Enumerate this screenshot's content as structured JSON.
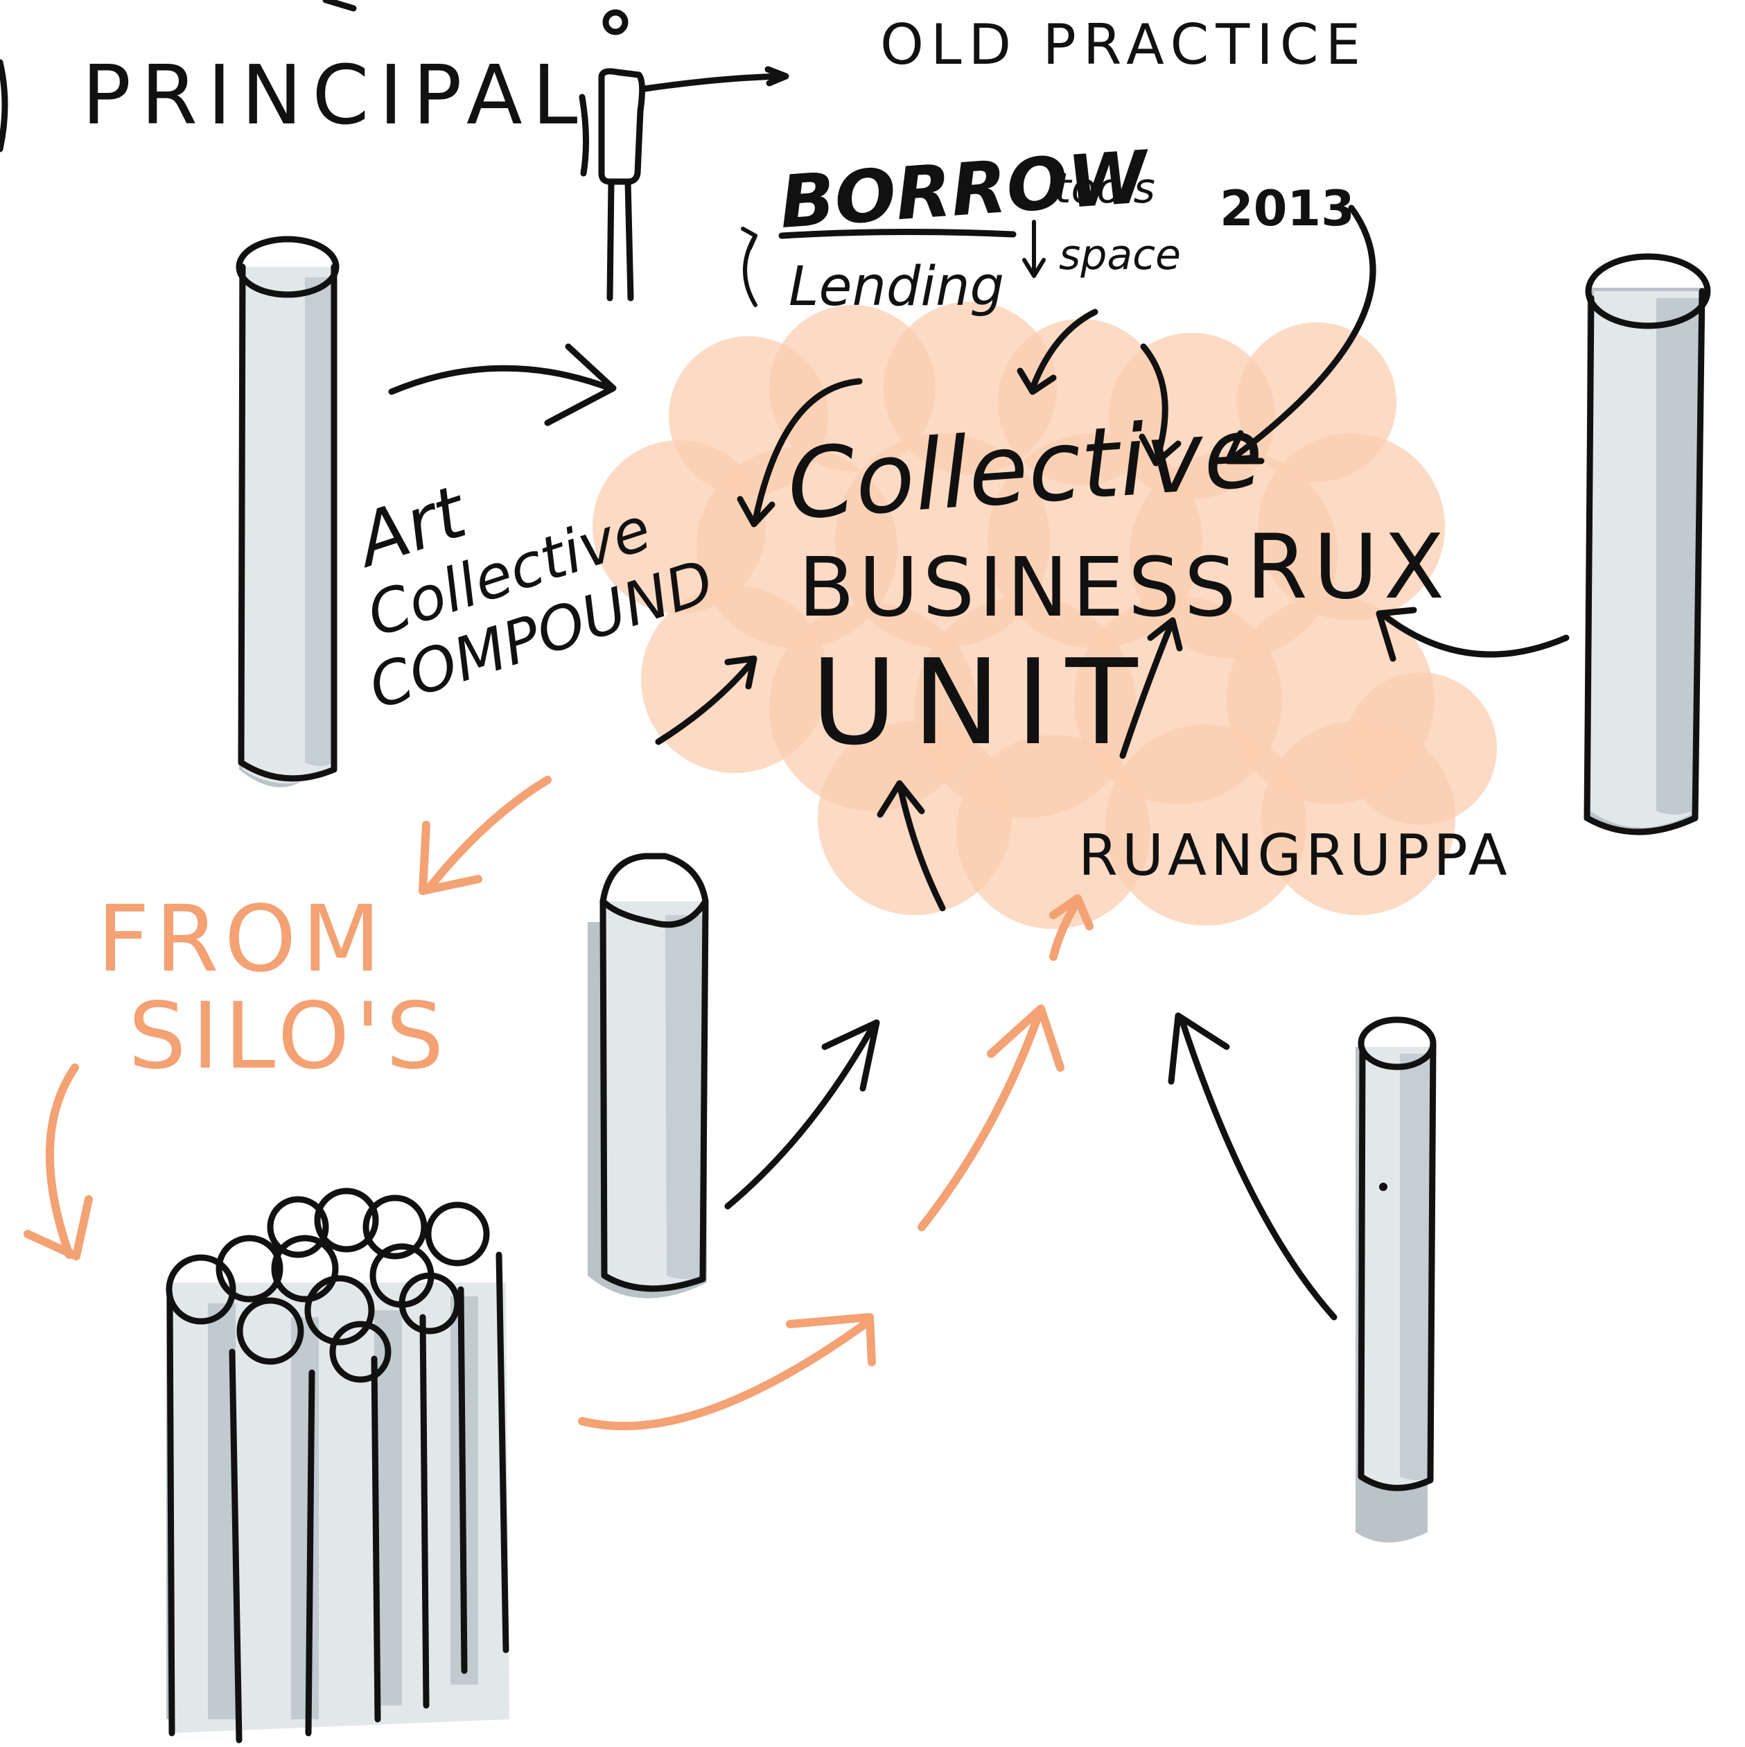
{
  "header": {
    "principal": "PRINCIPAL",
    "old_practice": "OLD PRACTICE"
  },
  "top_note": {
    "borrow": "BORROW",
    "lending": "Lending",
    "tools": "tools",
    "space": "space",
    "year": "2013"
  },
  "cloud": {
    "line1": "Collective",
    "line2": "BUSINESS",
    "line3": "UNIT",
    "rux": "RUX",
    "ruangruppa": "RUANGRUPPA"
  },
  "left_label": {
    "line1": "Art",
    "line2": "Collective",
    "line3": "COMPOUND"
  },
  "silos_label": {
    "line1": "FROM",
    "line2": "SILO'S"
  },
  "colors": {
    "ink": "#111111",
    "cloud": "#fbcdb0",
    "accent_orange": "#f4a173",
    "silo_fill": "#e2e7ea",
    "silo_shade": "#b9c3c8"
  },
  "icons": [
    "person-icon",
    "silo-icon",
    "silo-bundle-icon",
    "arrow-icon"
  ]
}
